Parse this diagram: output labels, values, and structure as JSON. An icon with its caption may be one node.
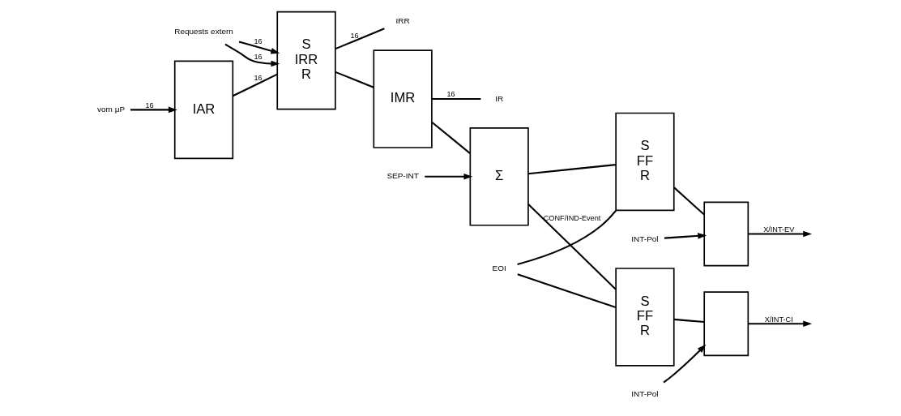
{
  "diagram": {
    "nodes": [
      {
        "text": [
          "Requests extern"
        ]
      },
      {
        "text": [
          "S",
          "IRR",
          "R"
        ]
      },
      {
        "text": [
          "IRR"
        ]
      },
      {
        "text": [
          "IMR"
        ]
      },
      {
        "text": [
          "IR"
        ]
      },
      {
        "text": [
          "Σ"
        ]
      },
      {
        "text": [
          "SEP-INT"
        ]
      },
      {
        "text": [
          "S",
          "FF",
          "R"
        ]
      },
      {
        "text": [],
        "shape": "box"
      },
      {
        "text": [
          "INT-Pol"
        ]
      },
      {
        "text": [
          "EOI"
        ]
      },
      {
        "text": [
          "S",
          "FF",
          "R"
        ]
      },
      {
        "text": [
          "IAR"
        ]
      },
      {
        "text": [
          "vom μP"
        ]
      },
      {
        "text": [],
        "shape": "box"
      },
      {
        "text": [
          "INT-Pol"
        ]
      }
    ],
    "edges": [
      {
        "from": 0,
        "to": 1,
        "arrow": "to",
        "label": "16"
      },
      {
        "from": 0,
        "to": 1,
        "arrow": "to",
        "label": "16"
      },
      {
        "from": 12,
        "to": 1,
        "arrow": "none",
        "label": "16"
      },
      {
        "from": 1,
        "to": 3,
        "arrow": "none"
      },
      {
        "from": 1,
        "to": 2,
        "arrow": "none",
        "label": "16"
      },
      {
        "from": 3,
        "to": 5,
        "arrow": "none"
      },
      {
        "from": 3,
        "to": 4,
        "arrow": "none",
        "label": "16"
      },
      {
        "from": 6,
        "to": 5,
        "arrow": "to"
      },
      {
        "from": 5,
        "to": 7,
        "arrow": "none"
      },
      {
        "from": 5,
        "to": 11,
        "arrow": "none",
        "label": "CONF/IND-Event"
      },
      {
        "from": 10,
        "to": 7,
        "arrow": "none"
      },
      {
        "from": 10,
        "to": 11,
        "arrow": "none"
      },
      {
        "from": 7,
        "to": 8,
        "arrow": "none"
      },
      {
        "from": 9,
        "to": 8,
        "arrow": "to"
      },
      {
        "from": 8,
        "to": null,
        "arrow": "to",
        "label": "X/INT-EV"
      },
      {
        "from": 13,
        "to": 12,
        "arrow": "to",
        "label": "16"
      },
      {
        "from": 11,
        "to": 14,
        "arrow": "none"
      },
      {
        "from": 15,
        "to": 14,
        "arrow": "to"
      },
      {
        "from": 14,
        "to": null,
        "arrow": "to",
        "label": "X/INT-CI"
      }
    ]
  }
}
